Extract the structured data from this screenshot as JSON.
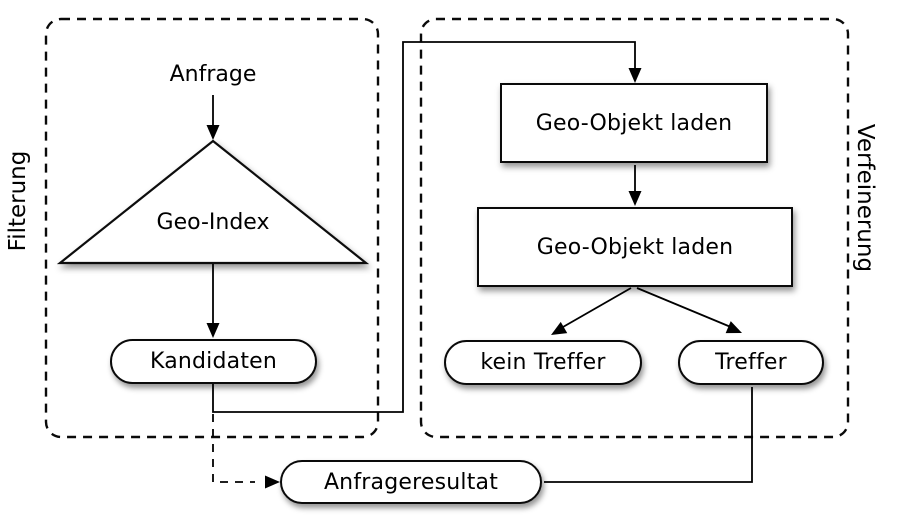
{
  "diagram": {
    "background": "#ffffff",
    "colors": {
      "stroke": "#000000",
      "node_fill": "#ffffff",
      "text": "#000000",
      "shadow": "rgba(0,0,0,0.42)"
    },
    "regions": {
      "filterung": {
        "label": "Filterung",
        "contains": [
          "anfrage",
          "geo_index",
          "kandidaten"
        ]
      },
      "verfeinerung": {
        "label": "Verfeinerung",
        "contains": [
          "geo_objekt_laden_1",
          "geo_objekt_laden_2",
          "kein_treffer",
          "treffer"
        ]
      }
    },
    "nodes": {
      "anfrage": {
        "label": "Anfrage",
        "shape": "text"
      },
      "geo_index": {
        "label": "Geo-Index",
        "shape": "triangle"
      },
      "kandidaten": {
        "label": "Kandidaten",
        "shape": "pill"
      },
      "geo_objekt_laden_1": {
        "label": "Geo-Objekt laden",
        "shape": "rect"
      },
      "geo_objekt_laden_2": {
        "label": "Geo-Objekt laden",
        "shape": "rect"
      },
      "kein_treffer": {
        "label": "kein Treffer",
        "shape": "pill"
      },
      "treffer": {
        "label": "Treffer",
        "shape": "pill"
      },
      "anfrageresultat": {
        "label": "Anfrageresultat",
        "shape": "pill"
      }
    },
    "edges": [
      {
        "from": "anfrage",
        "to": "geo_index",
        "style": "solid-arrow"
      },
      {
        "from": "geo_index",
        "to": "kandidaten",
        "style": "solid-arrow"
      },
      {
        "from": "kandidaten",
        "to": "geo_objekt_laden_1",
        "style": "solid-arrow"
      },
      {
        "from": "geo_objekt_laden_1",
        "to": "geo_objekt_laden_2",
        "style": "solid-arrow"
      },
      {
        "from": "geo_objekt_laden_2",
        "to": "kein_treffer",
        "style": "solid-arrow"
      },
      {
        "from": "geo_objekt_laden_2",
        "to": "treffer",
        "style": "solid-arrow"
      },
      {
        "from": "treffer",
        "to": "anfrageresultat",
        "style": "solid-line"
      },
      {
        "from": "kandidaten",
        "to": "anfrageresultat",
        "style": "dashed-arrow"
      }
    ]
  }
}
